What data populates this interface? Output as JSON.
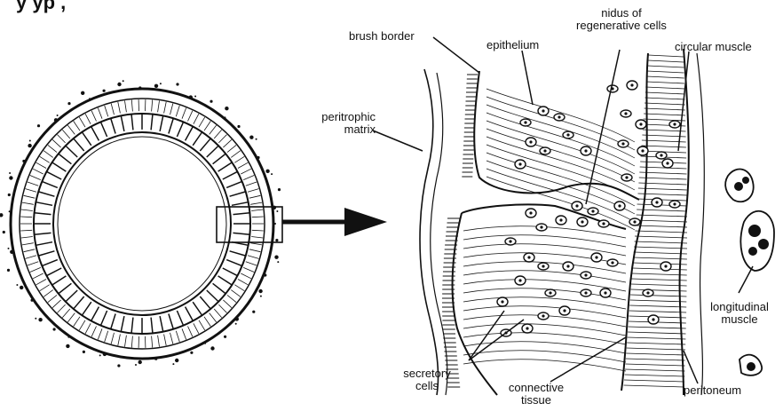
{
  "caption_fragment": "y                   yp ,",
  "labels": {
    "brush_border": "brush border",
    "epithelium": "epithelium",
    "nidus_line1": "nidus of",
    "nidus_line2": "regenerative cells",
    "circular_muscle": "circular muscle",
    "peritrophic_line1": "peritrophic",
    "peritrophic_line2": "matrix",
    "longitudinal_line1": "longitudinal",
    "longitudinal_line2": "muscle",
    "secretory_line1": "secretory",
    "secretory_line2": "cells",
    "connective_line1": "connective",
    "connective_line2": "tissue",
    "peritoneum": "peritoneum"
  }
}
